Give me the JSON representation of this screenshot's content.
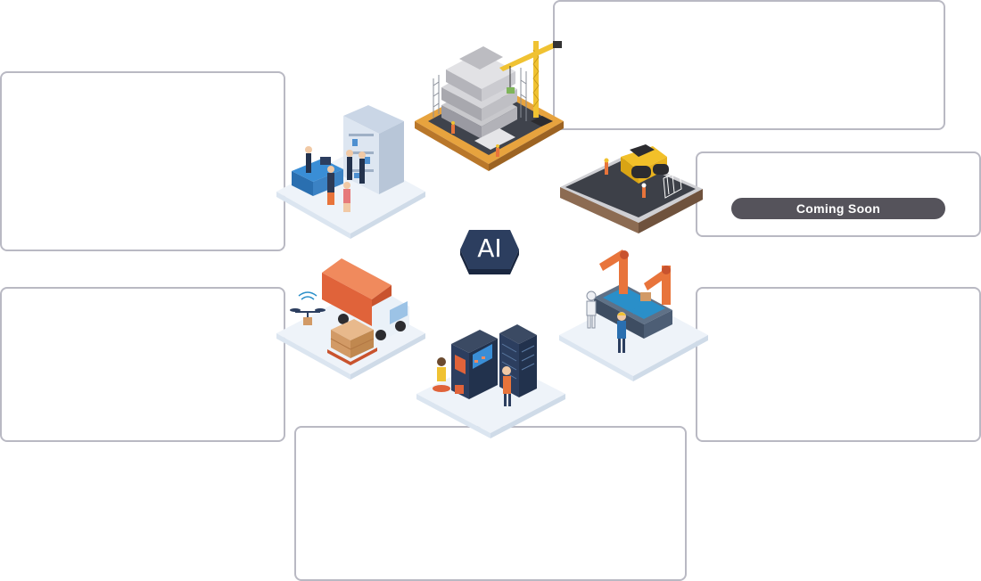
{
  "hub": {
    "label": "AI"
  },
  "panels": {
    "construction": {
      "text": ""
    },
    "office": {
      "text": ""
    },
    "roadwork": {
      "text": "",
      "badge": "Coming Soon"
    },
    "logistics": {
      "text": ""
    },
    "robotics": {
      "text": ""
    },
    "datacenter": {
      "text": ""
    }
  },
  "icons": [
    "construction-site-illustration",
    "road-roller-illustration",
    "office-team-illustration",
    "logistics-truck-illustration",
    "robot-assembly-line-illustration",
    "data-center-illustration"
  ],
  "colors": {
    "panel_border": "#b9b9c3",
    "badge_bg": "#55535b",
    "hub_bg": "#2c3e5f",
    "accent_orange": "#e8743b",
    "platform_shadow": "#e6eef7"
  }
}
